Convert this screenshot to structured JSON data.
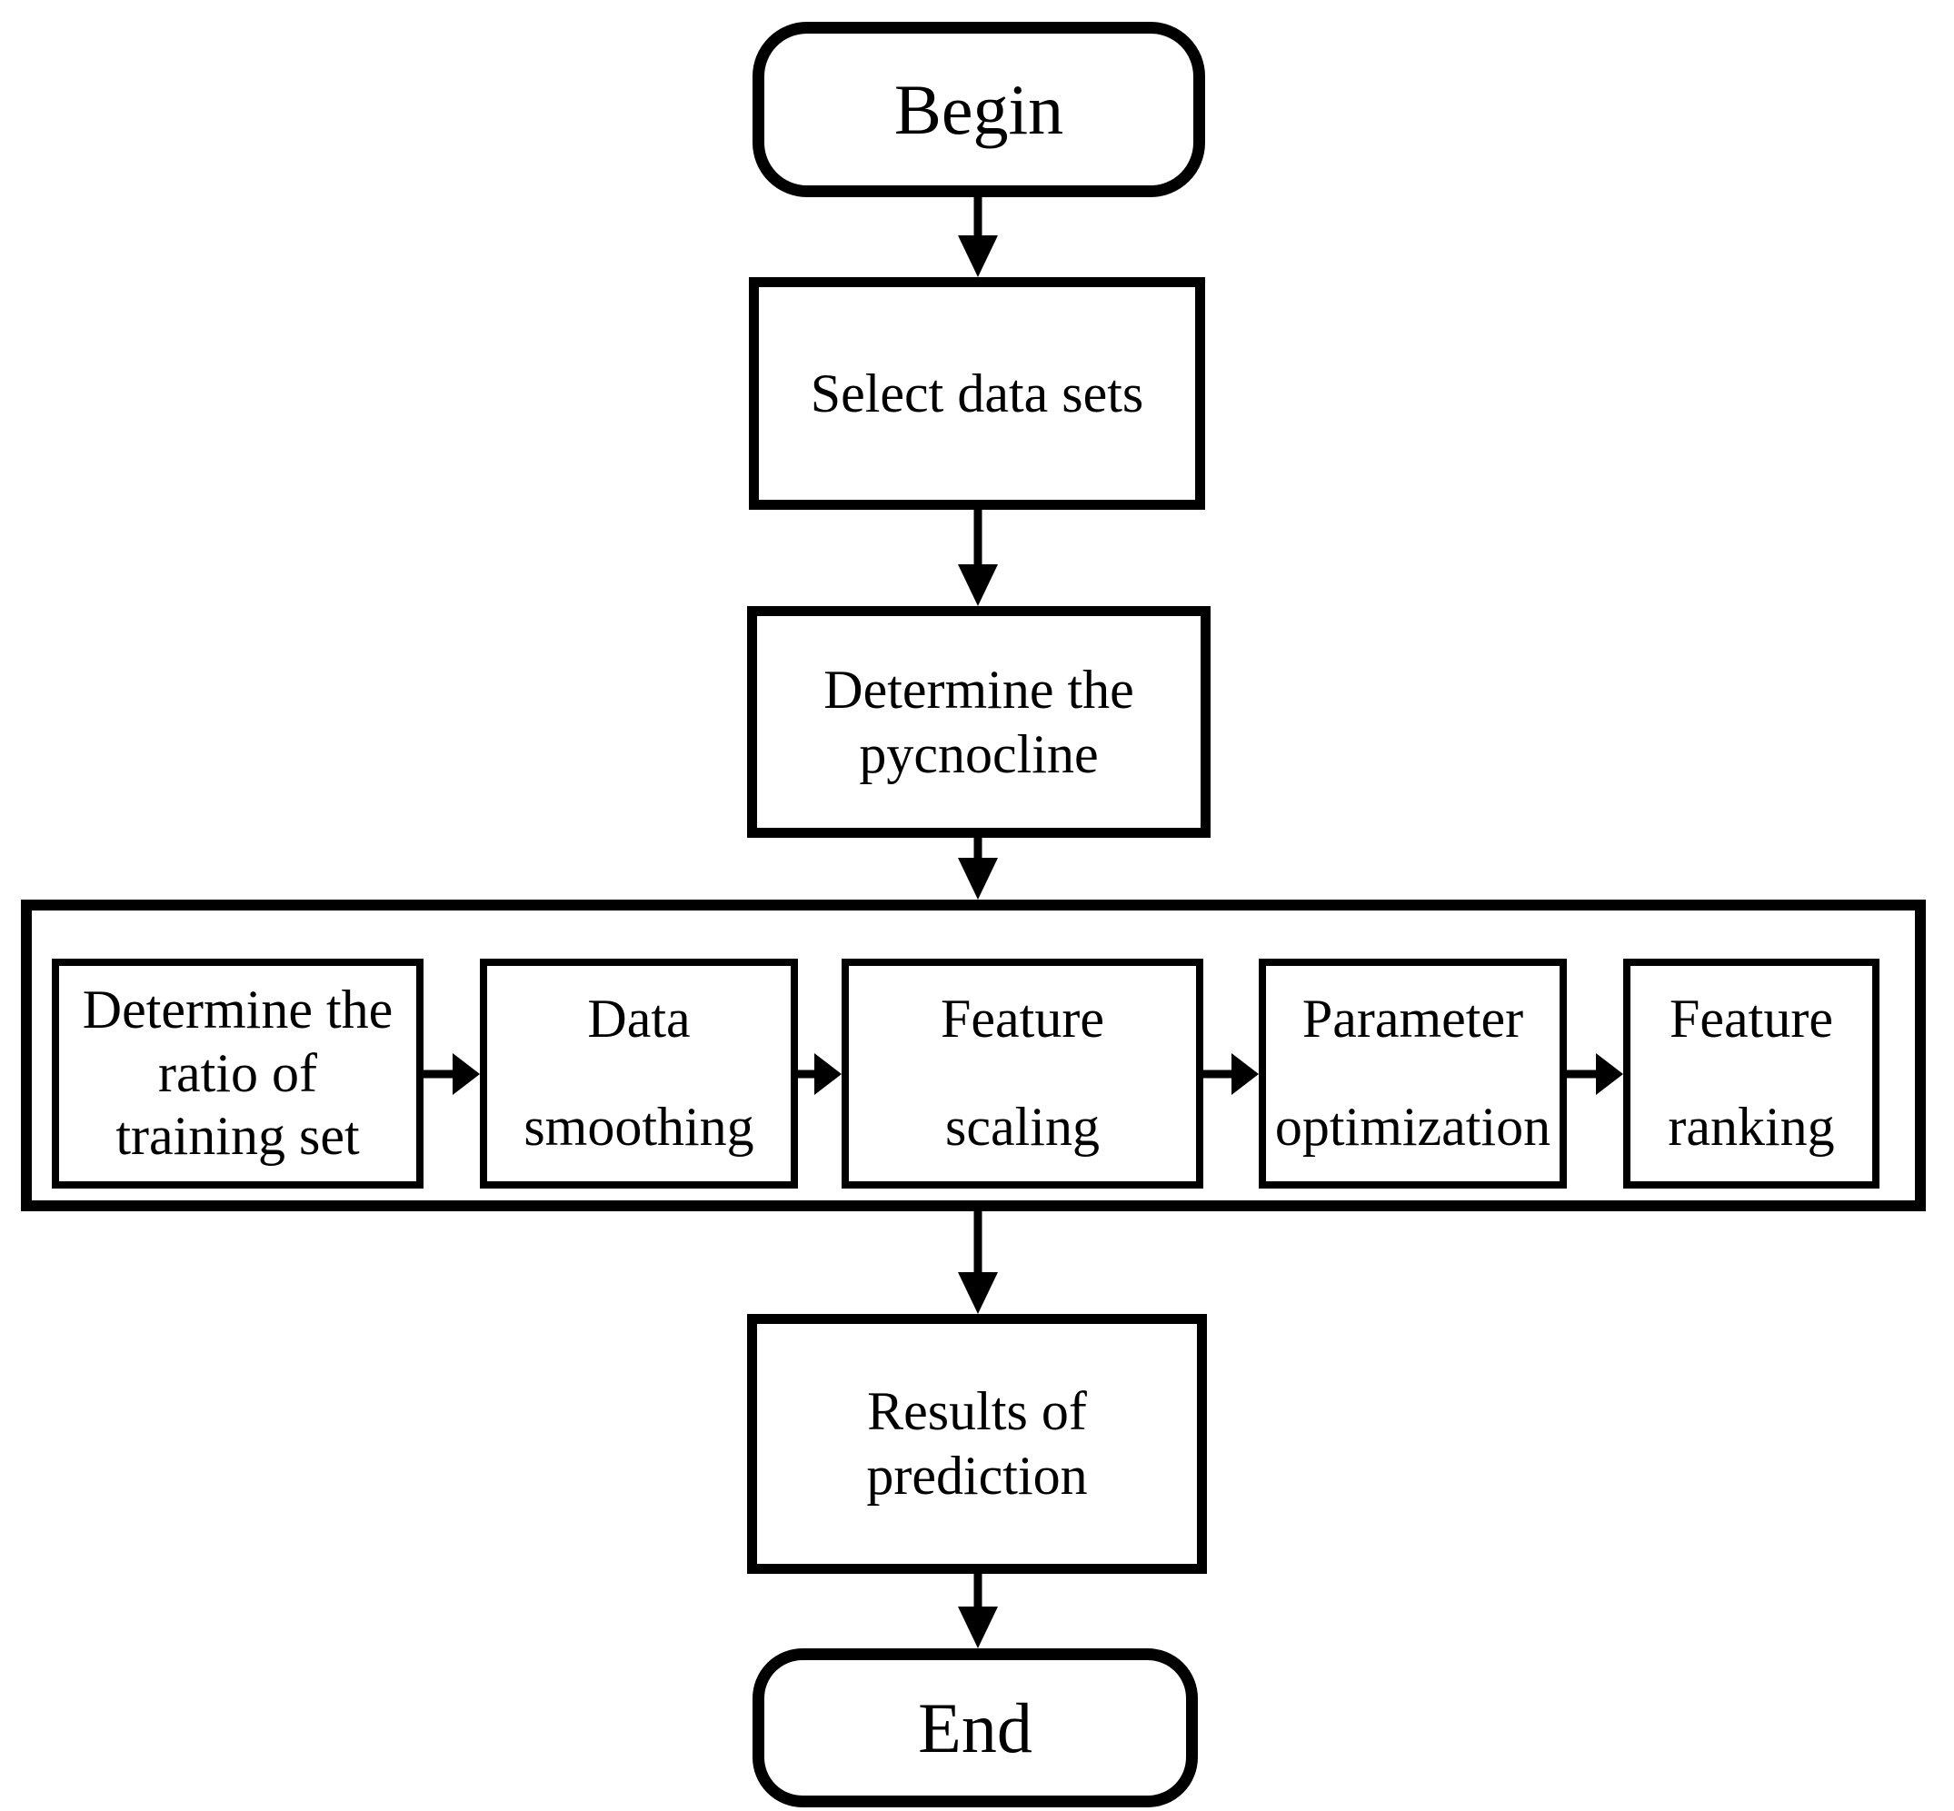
{
  "colors": {
    "ink": "#000000",
    "background": "#ffffff"
  },
  "flow": {
    "begin": {
      "label": "Begin"
    },
    "select_data_sets": {
      "label": "Select data sets"
    },
    "determine_pycnocline": {
      "lines": [
        "Determine the",
        "pycnocline"
      ]
    },
    "pipeline": {
      "steps": [
        {
          "lines": [
            "Determine the",
            "ratio of",
            "training set"
          ]
        },
        {
          "lines": [
            "Data",
            "smoothing"
          ]
        },
        {
          "lines": [
            "Feature",
            "scaling"
          ]
        },
        {
          "lines": [
            "Parameter",
            "optimization"
          ]
        },
        {
          "lines": [
            "Feature",
            "ranking"
          ]
        }
      ]
    },
    "results_of_prediction": {
      "lines": [
        "Results of",
        "prediction"
      ]
    },
    "end": {
      "label": "End"
    }
  }
}
